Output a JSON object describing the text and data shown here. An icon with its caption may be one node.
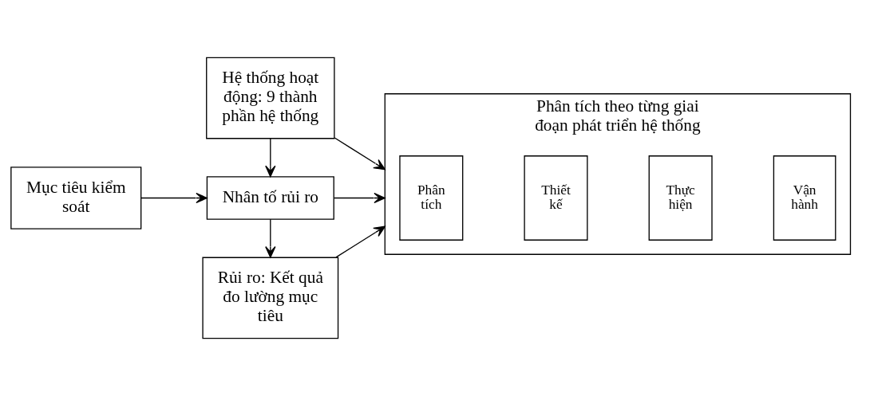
{
  "diagram": {
    "nodes": [
      {
        "text": [
          "Mục tiêu kiểm soát"
        ]
      },
      {
        "text": [
          "Rủi ro: Kết quả đo lường mục tiêu"
        ]
      },
      {
        "text": [
          "Nhân tố rủi ro"
        ]
      },
      {
        "text": [
          "Hệ thống hoạt động: 9 thành phần hệ thống"
        ]
      },
      {
        "text": [
          "Phân tích theo từng giai đoạn phát triển hệ thống"
        ]
      },
      {
        "text": [
          "Phân tích"
        ],
        "in": 4
      },
      {
        "text": [
          "Thiết kế"
        ],
        "in": 4
      },
      {
        "text": [
          "Thực hiện"
        ],
        "in": 4
      },
      {
        "text": [
          "Vận hành"
        ],
        "in": 4
      }
    ],
    "edges": [
      {
        "from": 0,
        "to": 2,
        "arrow": "to"
      },
      {
        "from": 2,
        "to": 1,
        "arrow": "to"
      },
      {
        "from": 3,
        "to": 2,
        "arrow": "to"
      },
      {
        "from": 1,
        "to": 4,
        "arrow": "to"
      },
      {
        "from": 2,
        "to": 4,
        "arrow": "to"
      },
      {
        "from": 3,
        "to": 4,
        "arrow": "to"
      }
    ]
  }
}
